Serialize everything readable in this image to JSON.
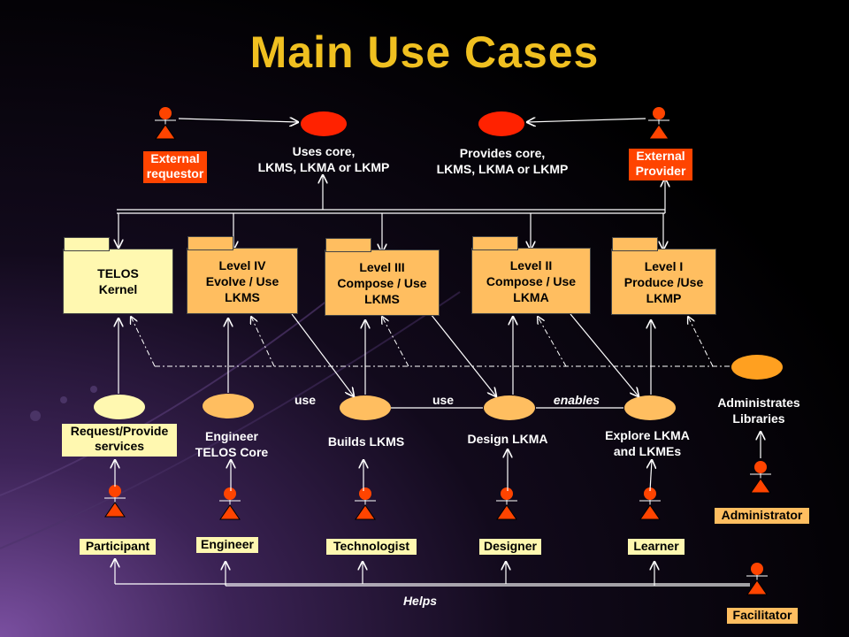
{
  "title": "Main Use Cases",
  "colors": {
    "actor_red": "#ff4400",
    "light_yellow": "#fff8b0",
    "orange": "#ffbe60",
    "title_gold": "#f0c020"
  },
  "top_use_cases": {
    "uses_core": "Uses core,\nLKMS, LKMA or LKMP",
    "provides_core": "Provides core,\nLKMS, LKMA or LKMP"
  },
  "external_actors": {
    "requestor": "External\nrequestor",
    "provider": "External\nProvider"
  },
  "packages": {
    "kernel": "TELOS\nKernel",
    "level4": "Level IV\nEvolve / Use\nLKMS",
    "level3": "Level III\nCompose / Use\nLKMS",
    "level2": "Level II\nCompose / Use\nLKMA",
    "level1": "Level I\nProduce /Use\nLKMP"
  },
  "use_cases": {
    "request_provide": "Request/Provide\nservices",
    "engineer_core": "Engineer\nTELOS Core",
    "builds_lkms": "Builds LKMS",
    "design_lkma": "Design LKMA",
    "explore_lkma": "Explore LKMA\nand LKMEs",
    "administrates": "Administrates\nLibraries"
  },
  "relations": {
    "use1": "use",
    "use2": "use",
    "enables": "enables",
    "helps": "Helps"
  },
  "actors": {
    "participant": "Participant",
    "engineer": "Engineer",
    "technologist": "Technologist",
    "designer": "Designer",
    "learner": "Learner",
    "administrator": "Administrator",
    "facilitator": "Facilitator"
  }
}
